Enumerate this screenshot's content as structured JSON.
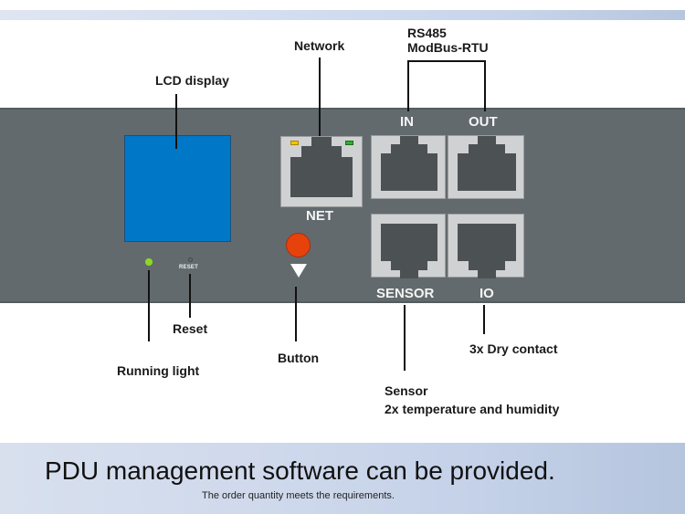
{
  "callouts": {
    "lcd": "LCD display",
    "network": "Network",
    "rs485_line1": "RS485",
    "rs485_line2": "ModBus-RTU",
    "reset": "Reset",
    "running_light": "Running light",
    "button": "Button",
    "dry_contact": "3x Dry contact",
    "sensor_line1": "Sensor",
    "sensor_line2": "2x temperature and humidity"
  },
  "panel_labels": {
    "net": "NET",
    "in": "IN",
    "out": "OUT",
    "sensor": "SENSOR",
    "io": "IO",
    "reset_print": "RESET"
  },
  "colors": {
    "lcd": "#0077c7",
    "running_led": "#8fd62a",
    "button": "#e8420c",
    "net_led_left": "#f5c400",
    "net_led_right": "#2fb02f",
    "panel": "#636a6d"
  },
  "footer": {
    "headline": "PDU management software can be provided.",
    "subline": "The order quantity meets the requirements."
  }
}
